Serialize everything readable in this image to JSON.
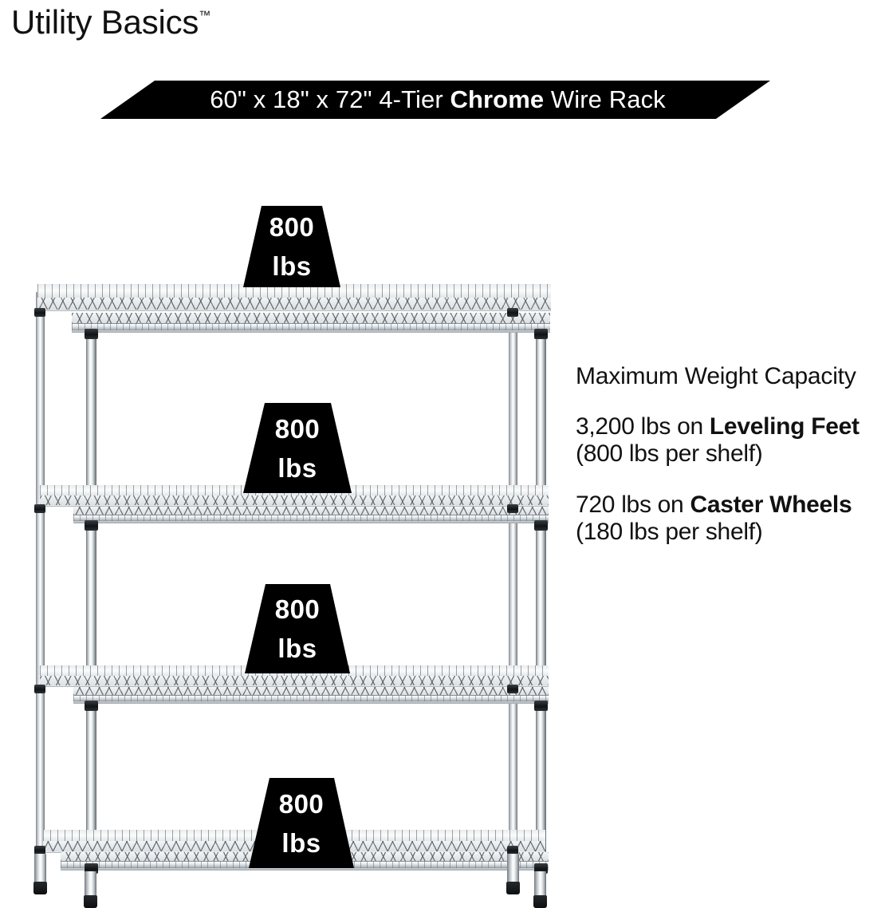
{
  "brand": {
    "name": "Utility Basics",
    "trademark": "™"
  },
  "banner": {
    "prefix": "60\" x 18\" x 72\" 4-Tier ",
    "bold": "Chrome",
    "suffix": " Wire Rack",
    "background_color": "#000000",
    "text_color": "#ffffff"
  },
  "capacity": {
    "heading": "Maximum Weight Capacity",
    "leveling": {
      "prefix": "3,200 lbs on ",
      "bold": "Leveling Feet",
      "suffix": " (800 lbs per shelf)"
    },
    "caster": {
      "prefix": "720 lbs on ",
      "bold": "Caster Wheels",
      "suffix": " (180 lbs per shelf)"
    }
  },
  "rack": {
    "tier_count": 4,
    "badge_value": "800",
    "badge_unit": "lbs",
    "badges": [
      {
        "value": "800",
        "unit": "lbs"
      },
      {
        "value": "800",
        "unit": "lbs"
      },
      {
        "value": "800",
        "unit": "lbs"
      },
      {
        "value": "800",
        "unit": "lbs"
      }
    ]
  }
}
